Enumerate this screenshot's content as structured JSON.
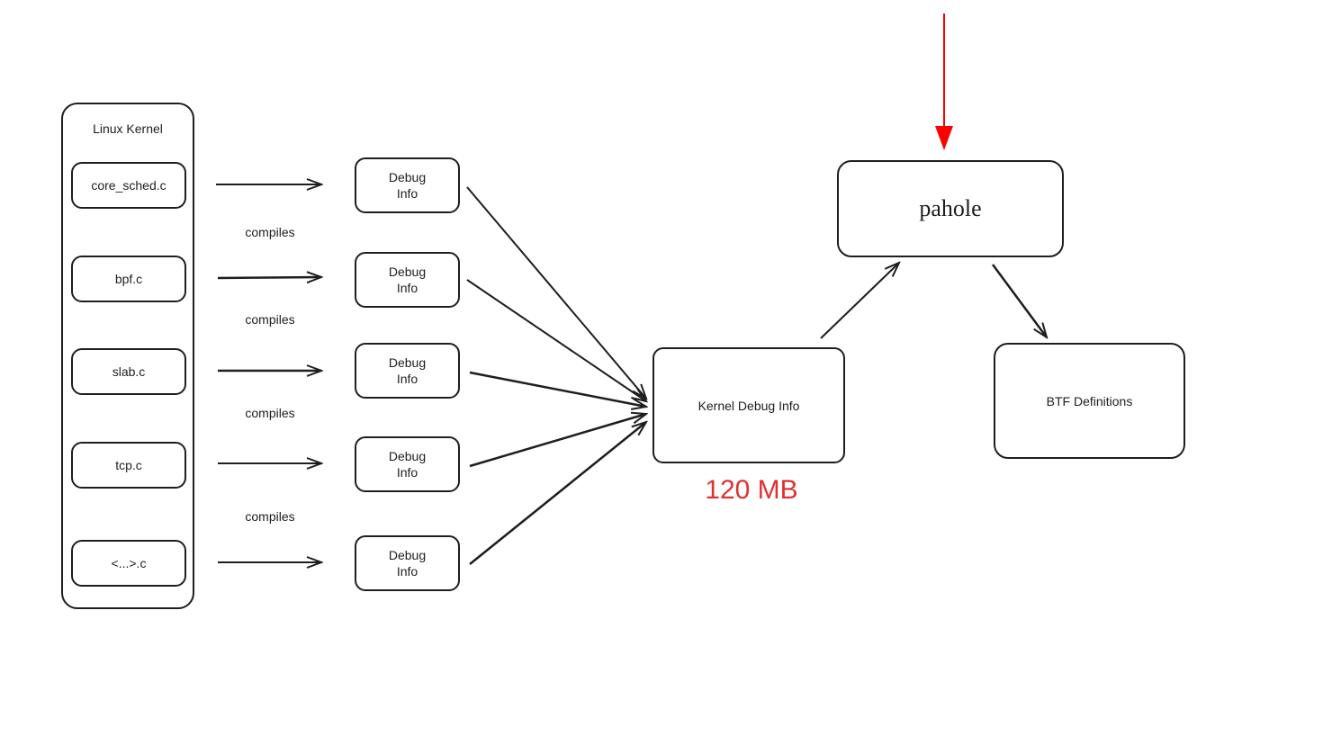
{
  "diagram": {
    "container": {
      "title": "Linux Kernel"
    },
    "sources": [
      "core_sched.c",
      "bpf.c",
      "slab.c",
      "tcp.c",
      "<...>.c"
    ],
    "edge_label": "compiles",
    "debug_nodes": [
      "Debug\nInfo",
      "Debug\nInfo",
      "Debug\nInfo",
      "Debug\nInfo",
      "Debug\nInfo"
    ],
    "kernel_debug_info": "Kernel Debug Info",
    "size_label": "120 MB",
    "tool": "pahole",
    "output": "BTF Definitions",
    "colors": {
      "stroke": "#1e1e1e",
      "size_label": "#e03131",
      "highlight_arrow": "#ff0000"
    }
  }
}
